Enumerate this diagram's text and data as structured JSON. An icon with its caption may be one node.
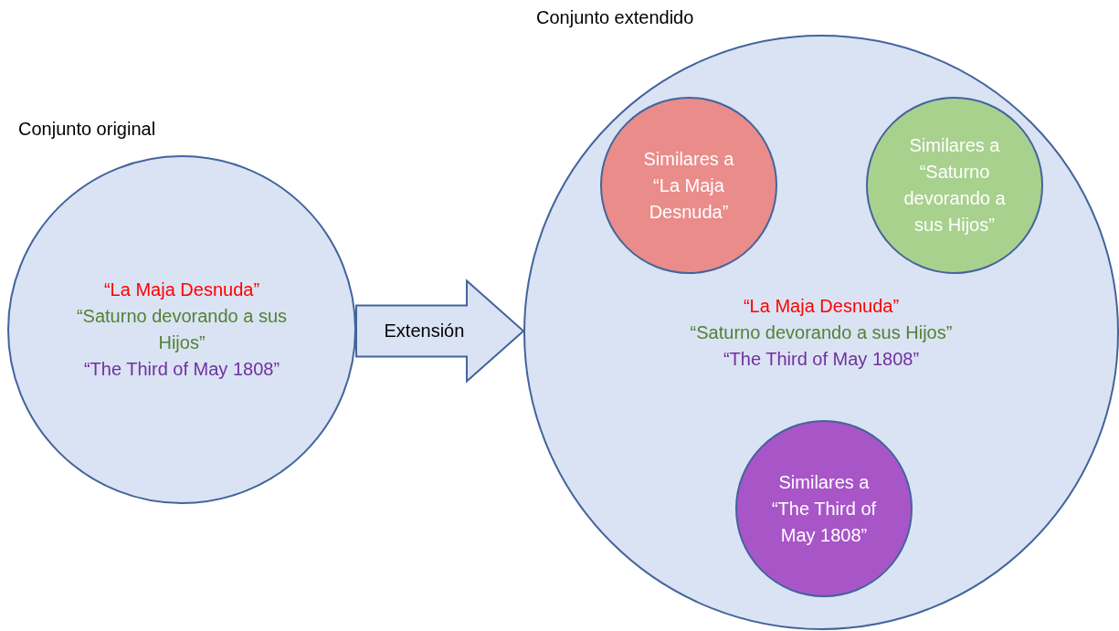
{
  "diagram": {
    "nodes": [
      {
        "text": [
          "Conjunto original",
          "“La Maja Desnuda”",
          "“Saturno devorando a sus Hijos”",
          "“The Third of May 1808”"
        ]
      },
      {
        "text": [
          "Conjunto extendido",
          "“La Maja Desnuda”",
          "“Saturno devorando a sus Hijos”",
          "“The Third of May 1808”"
        ]
      },
      {
        "text": [
          "Similares a “La Maja Desnuda”"
        ],
        "in": 1
      },
      {
        "text": [
          "Similares a “Saturno devorando a sus Hijos”"
        ],
        "in": 1
      },
      {
        "text": [
          "Similares a “The Third of May 1808”"
        ],
        "in": 1
      }
    ],
    "edges": [
      {
        "from": 0,
        "to": 1,
        "arrow": "to",
        "label": "Extensión"
      }
    ]
  }
}
